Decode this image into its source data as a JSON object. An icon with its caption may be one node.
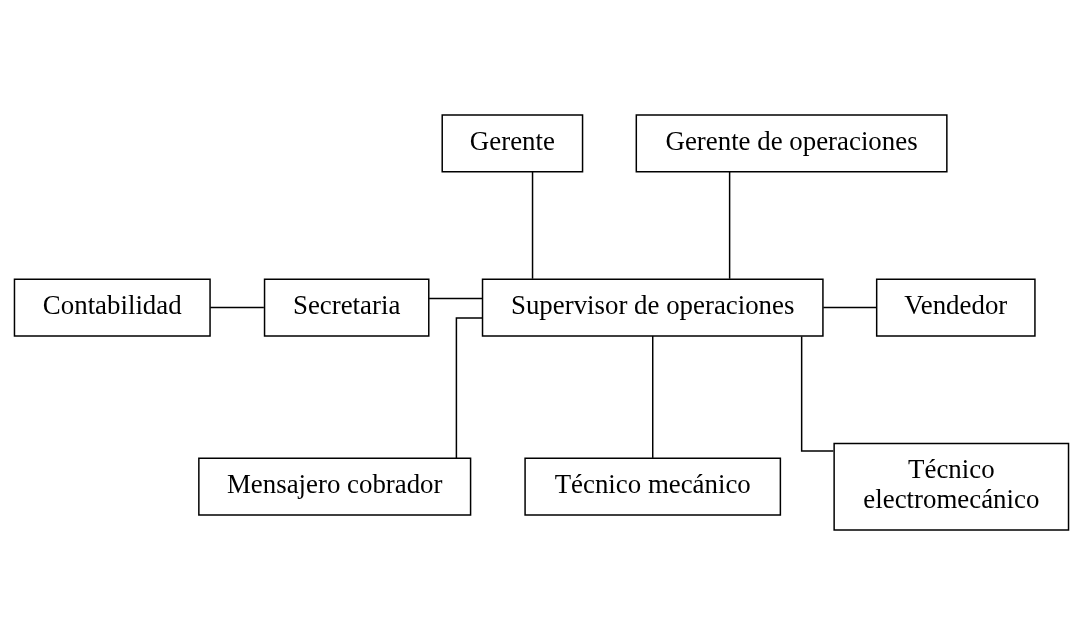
{
  "diagram": {
    "nodes": [
      {
        "text": [
          "Gerente"
        ]
      },
      {
        "text": [
          "Gerente de operaciones"
        ]
      },
      {
        "text": [
          "Contabilidad"
        ]
      },
      {
        "text": [
          "Secretaria"
        ]
      },
      {
        "text": [
          "Supervisor de operaciones"
        ]
      },
      {
        "text": [
          "Vendedor"
        ]
      },
      {
        "text": [
          "Mensajero cobrador"
        ]
      },
      {
        "text": [
          "Técnico mecánico"
        ]
      },
      {
        "text": [
          "Técnico electromecánico"
        ]
      }
    ],
    "edges": [
      {
        "from": 0,
        "to": 4,
        "arrow": "none"
      },
      {
        "from": 1,
        "to": 4,
        "arrow": "none"
      },
      {
        "from": 2,
        "to": 3,
        "arrow": "none"
      },
      {
        "from": 3,
        "to": 4,
        "arrow": "none"
      },
      {
        "from": 4,
        "to": 5,
        "arrow": "none"
      },
      {
        "from": 4,
        "to": 6,
        "arrow": "none"
      },
      {
        "from": 4,
        "to": 7,
        "arrow": "none"
      },
      {
        "from": 4,
        "to": 8,
        "arrow": "none"
      }
    ]
  }
}
